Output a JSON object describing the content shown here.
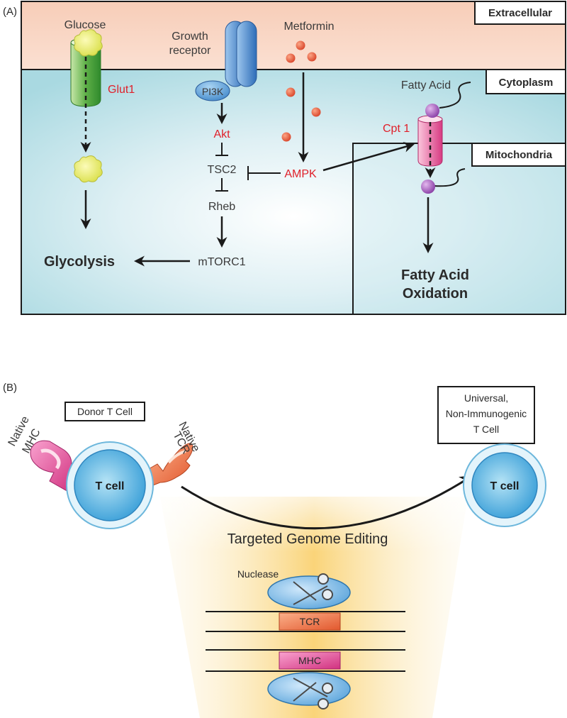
{
  "panel_a": {
    "label": "(A)",
    "compartments": {
      "extracellular": "Extracellular",
      "cytoplasm": "Cytoplasm",
      "mitochondria": "Mitochondria"
    },
    "molecules": {
      "glucose": "Glucose",
      "glut1": "Glut1",
      "growth_receptor_line1": "Growth",
      "growth_receptor_line2": "receptor",
      "pi3k": "PI3K",
      "metformin": "Metformin",
      "akt": "Akt",
      "tsc2": "TSC2",
      "rheb": "Rheb",
      "mtorc1": "mTORC1",
      "ampk": "AMPK",
      "fatty_acid": "Fatty Acid",
      "cpt1": "Cpt 1"
    },
    "outcomes": {
      "glycolysis": "Glycolysis",
      "fao_line1": "Fatty Acid",
      "fao_line2": "Oxidation"
    }
  },
  "panel_b": {
    "label": "(B)",
    "donor_box": "Donor T Cell",
    "native_mhc_line1": "Native",
    "native_mhc_line2": "MHC",
    "native_tcr_line1": "Native",
    "native_tcr_line2": "TCR",
    "tcell_left": "T cell",
    "tcell_right": "T cell",
    "universal_line1": "Universal,",
    "universal_line2": "Non-Immunogenic",
    "universal_line3": "T Cell",
    "editing_title": "Targeted Genome Editing",
    "nuclease": "Nuclease",
    "tcr_gene": "TCR",
    "mhc_gene": "MHC"
  }
}
